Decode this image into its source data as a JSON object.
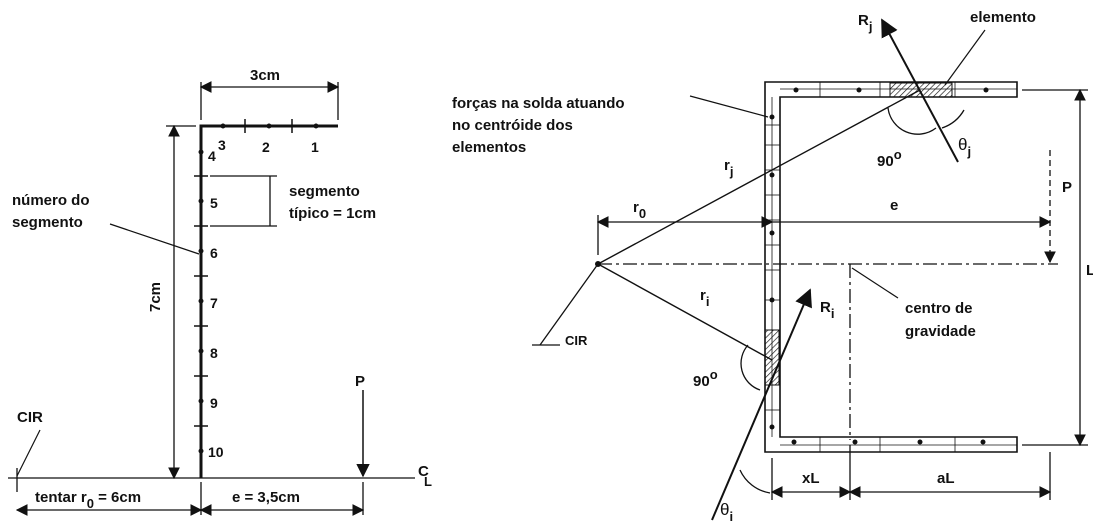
{
  "left_figure": {
    "dim_top": "3cm",
    "dim_height": "7cm",
    "label_segment_number": [
      "número do",
      "segmento"
    ],
    "label_typical_segment": [
      "segmento",
      "típico = 1cm"
    ],
    "top_segment_numbers": [
      "3",
      "2",
      "1"
    ],
    "vertical_segment_numbers": [
      "4",
      "5",
      "6",
      "7",
      "8",
      "9",
      "10"
    ],
    "load": "P",
    "cir": "CIR",
    "centerline": "C",
    "centerline_sub": "L",
    "bottom_left_text": "tentar r",
    "bottom_left_sub": "0",
    "bottom_left_value": " = 6cm",
    "bottom_right_text": "e = 3,5cm"
  },
  "right_figure": {
    "label_forces": [
      "forças na solda atuando",
      "no centróide dos",
      "elementos"
    ],
    "label_elemento": "elemento",
    "Rj": "R",
    "Rj_sub": "j",
    "Ri": "R",
    "Ri_sub": "i",
    "rj": "r",
    "rj_sub": "j",
    "ri": "r",
    "ri_sub": "i",
    "r0": "r",
    "r0_sub": "0",
    "angle_90": "90",
    "angle_sup": "o",
    "theta": "θ",
    "theta_j_sub": "j",
    "theta_i_sub": "i",
    "P": "P",
    "e": "e",
    "L": "L",
    "cir": "CIR",
    "centro": [
      "centro de",
      "gravidade"
    ],
    "xL": "xL",
    "aL": "aL"
  }
}
